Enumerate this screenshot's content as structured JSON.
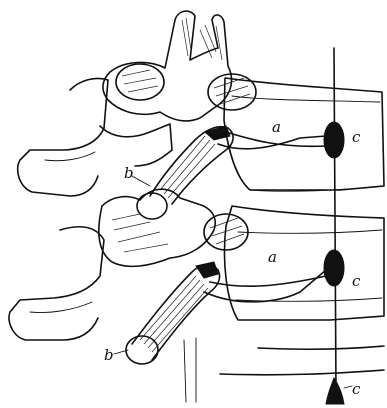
{
  "labels": {
    "a_upper": "a",
    "a_lower": "a",
    "b_upper": "b",
    "b_lower": "b",
    "c_upper": "c",
    "c_middle": "c",
    "c_lower": "c"
  },
  "colors": {
    "ink": "#111111",
    "paper": "#ffffff"
  }
}
